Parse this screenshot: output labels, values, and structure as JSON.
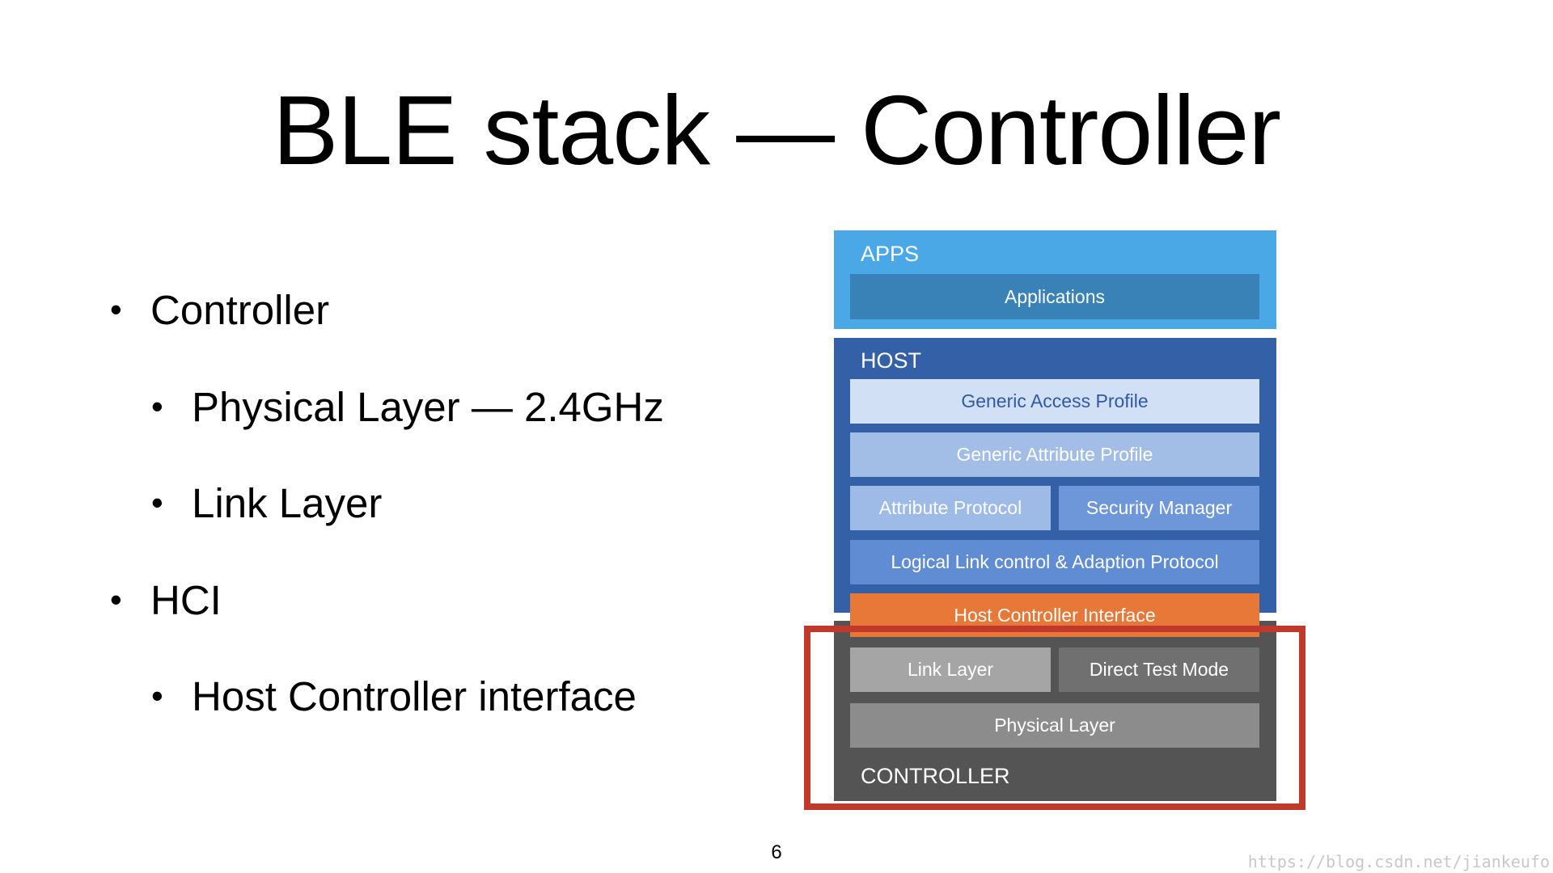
{
  "slide": {
    "title": "BLE stack — Controller",
    "page_number": "6",
    "watermark": "https://blog.csdn.net/jiankeufo"
  },
  "bullets": [
    {
      "level": 1,
      "text": "Controller"
    },
    {
      "level": 2,
      "text": "Physical Layer — 2.4GHz"
    },
    {
      "level": 2,
      "text": "Link Layer"
    },
    {
      "level": 1,
      "text": "HCI"
    },
    {
      "level": 2,
      "text": "Host Controller interface"
    }
  ],
  "bullet_glyph": "•",
  "diagram": {
    "apps": {
      "label": "APPS",
      "applications": "Applications"
    },
    "host": {
      "label": "HOST",
      "gap": "Generic Access Profile",
      "gatt": "Generic Attribute Profile",
      "att": "Attribute Protocol",
      "sm": "Security Manager",
      "l2cap": "Logical Link control & Adaption Protocol"
    },
    "hci": "Host Controller Interface",
    "controller": {
      "label": "CONTROLLER",
      "link_layer": "Link Layer",
      "dtm": "Direct Test Mode",
      "phy": "Physical Layer"
    },
    "colors": {
      "apps_bg": "#4aa8e6",
      "applications_box": "#3882b8",
      "host_bg": "#3460a8",
      "gap_box": "#d2e0f5",
      "gatt_box": "#a2bee6",
      "att_box": "#9dbbe6",
      "sm_box": "#6d97d8",
      "l2cap_box": "#5f8cd2",
      "hci_box": "#e87837",
      "controller_bg": "#545454",
      "link_layer_box": "#a5a5a5",
      "dtm_box": "#707070",
      "phy_box": "#8c8c8c",
      "highlight_frame": "#c0392b"
    }
  }
}
